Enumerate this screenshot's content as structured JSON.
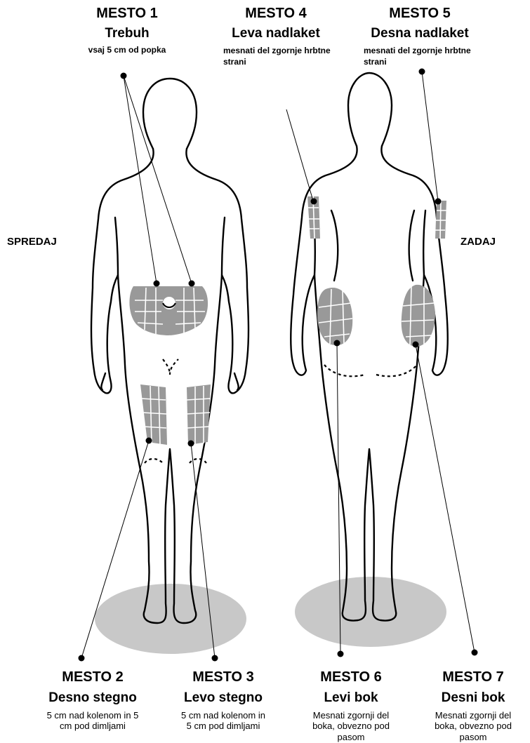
{
  "colors": {
    "zone_fill": "#999999",
    "ground": "#c8c8c8",
    "outline": "#000000"
  },
  "views": {
    "front": "SPREDAJ",
    "back": "ZADAJ"
  },
  "sites": [
    {
      "title": "MESTO 1",
      "name": "Trebuh",
      "desc": "vsaj 5 cm od popka"
    },
    {
      "title": "MESTO 4",
      "name": "Leva nadlaket",
      "desc": "mesnati del zgornje hrbtne strani"
    },
    {
      "title": "MESTO 5",
      "name": "Desna nadlaket",
      "desc": "mesnati del zgornje hrbtne strani"
    },
    {
      "title": "MESTO 2",
      "name": "Desno stegno",
      "desc": "5  cm nad kolenom in 5 cm pod dimljami"
    },
    {
      "title": "MESTO 3",
      "name": "Levo stegno",
      "desc": "5 cm nad kolenom in 5 cm pod dimljami"
    },
    {
      "title": "MESTO 6",
      "name": "Levi bok",
      "desc": "Mesnati zgornji del boka, obvezno pod pasom"
    },
    {
      "title": "MESTO 7",
      "name": "Desni bok",
      "desc": "Mesnati zgornji del boka, obvezno pod pasom"
    }
  ]
}
